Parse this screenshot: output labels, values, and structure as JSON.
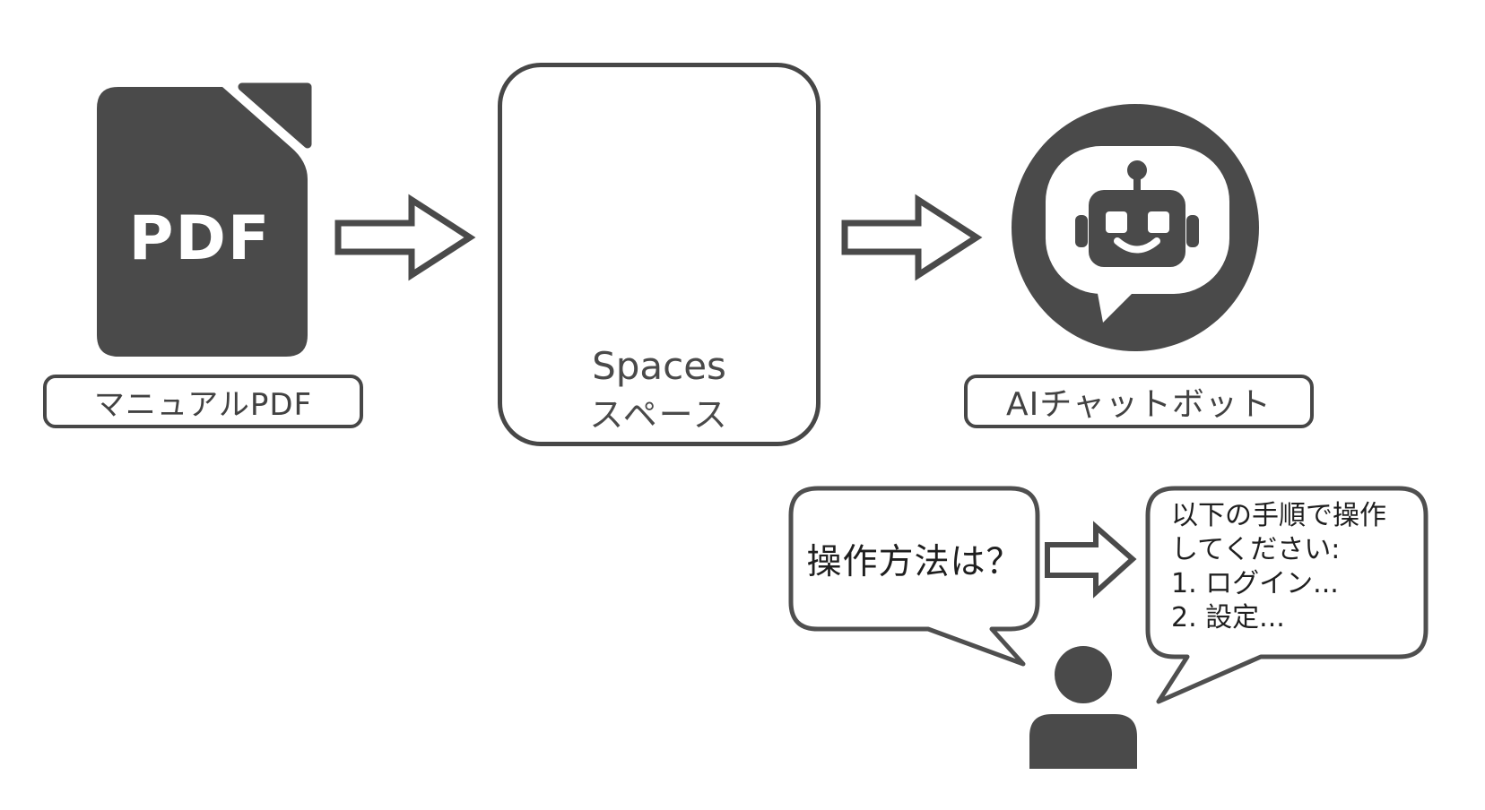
{
  "page": {
    "background": "#ffffff",
    "accent": "#4a4a4a",
    "line_color": "#474747"
  },
  "flow": {
    "pdf": {
      "icon": "pdf-file-icon",
      "icon_text": "PDF",
      "label": "マニュアルPDF"
    },
    "arrow1": {
      "icon": "right-arrow-icon"
    },
    "spaces": {
      "icon": "folder-open-icon",
      "title": "Spaces",
      "subtitle": "スペース"
    },
    "arrow2": {
      "icon": "right-arrow-icon"
    },
    "chatbot": {
      "icon": "robot-chat-icon",
      "label": "AIチャットボット"
    }
  },
  "conversation": {
    "question_bubble": {
      "text": "操作方法は？"
    },
    "arrow": {
      "icon": "right-arrow-icon"
    },
    "answer_bubble": {
      "lines": [
        "以下の手順で操作",
        "してください:",
        "1. ログイン...",
        "2. 設定..."
      ]
    },
    "person": {
      "icon": "person-icon"
    }
  }
}
